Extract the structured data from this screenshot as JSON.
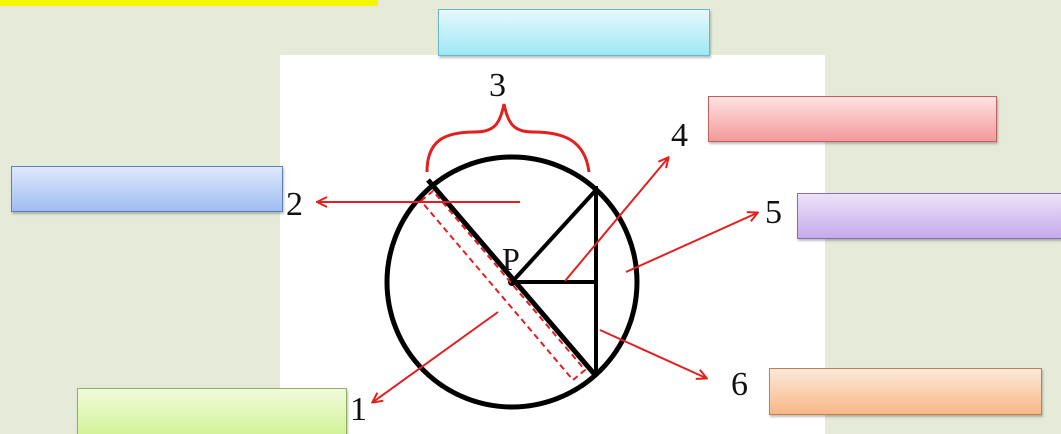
{
  "diagram": {
    "labels": {
      "n1": "1",
      "n2": "2",
      "n3": "3",
      "n4": "4",
      "n5": "5",
      "n6": "6",
      "p": "P"
    },
    "colors": {
      "background": "#e5ebd8",
      "highlight": "#f6f600",
      "arrow": "#e32020",
      "outline": "#000000",
      "box_cyan": "#9fe7f6",
      "box_red": "#f39a9a",
      "box_blue": "#9fbdf2",
      "box_purple": "#c6abeb",
      "box_orange": "#f7b787",
      "box_green": "#d3f29a"
    }
  }
}
